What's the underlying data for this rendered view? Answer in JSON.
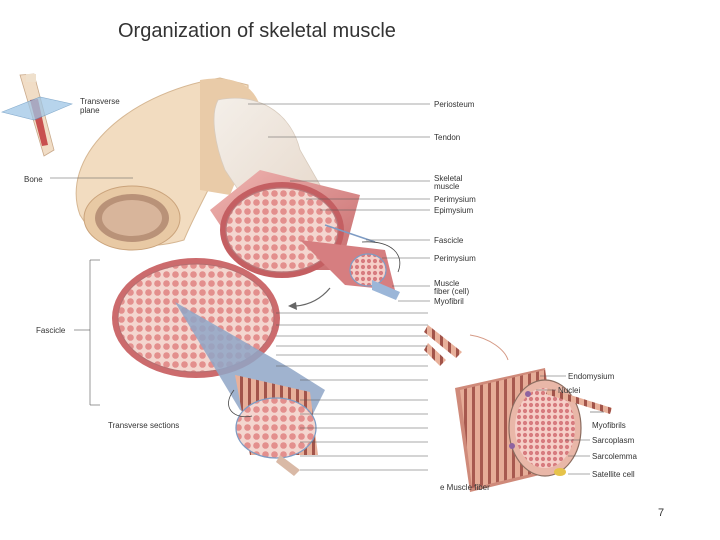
{
  "slide": {
    "title": "Organization of skeletal muscle",
    "page_number": "7"
  },
  "labels": {
    "transverse_plane": [
      "Transverse",
      "plane"
    ],
    "bone": "Bone",
    "fascicle_left": "Fascicle",
    "transverse_sections": "Transverse sections",
    "periosteum": "Periosteum",
    "tendon": "Tendon",
    "skeletal_muscle": [
      "Skeletal",
      "muscle"
    ],
    "perimysium_1": "Perimysium",
    "epimysium": "Epimysium",
    "fascicle_right": "Fascicle",
    "perimysium_2": "Perimysium",
    "muscle_fiber": [
      "Muscle",
      "fiber (cell)"
    ],
    "myofibril": "Myofibril",
    "endomysium": "Endomysium",
    "nuclei": "Nuclei",
    "myofibrils": "Myofibrils",
    "sarcoplasm": "Sarcoplasm",
    "sarcolemma": "Sarcolemma",
    "satellite_cell": "Satellite cell",
    "muscle_fiber_caption": "e Muscle fiber"
  },
  "colors": {
    "bone": "#f2dcc0",
    "bone_shadow": "#dcbf9a",
    "muscle": "#e49a98",
    "muscle_dark": "#c25a5e",
    "tendon": "#f1ece6",
    "fiber_inner": "#f6cfc8",
    "sheath_blue": "#7e9cc4",
    "leader": "#555555"
  }
}
